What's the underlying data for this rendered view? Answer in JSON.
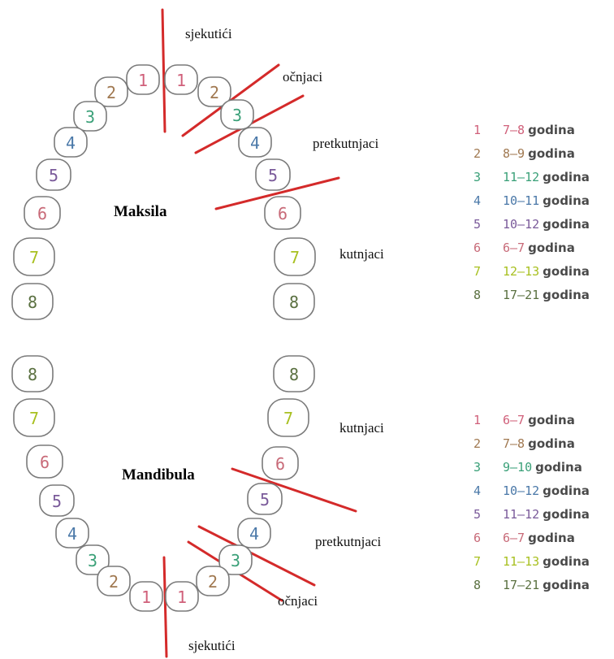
{
  "labels": {
    "incisors": "sjekutići",
    "canines": "očnjaci",
    "premolars": "pretkutnjaci",
    "molars": "kutnjaci"
  },
  "jaws": {
    "upper_title": "Maksila",
    "lower_title": "Mandibula"
  },
  "tooth_colors": {
    "1": "#d0607a",
    "2": "#a07850",
    "3": "#3aa078",
    "4": "#4a78a8",
    "5": "#7a5a9a",
    "6": "#c86a78",
    "7": "#a8c020",
    "8": "#5a7040"
  },
  "line_color": "#d42a2a",
  "legend_upper": [
    {
      "num": "1",
      "age": "7–8",
      "unit": "godina"
    },
    {
      "num": "2",
      "age": "8–9",
      "unit": "godina"
    },
    {
      "num": "3",
      "age": "11–12",
      "unit": "godina"
    },
    {
      "num": "4",
      "age": "10–11",
      "unit": "godina"
    },
    {
      "num": "5",
      "age": "10–12",
      "unit": "godina"
    },
    {
      "num": "6",
      "age": "6–7",
      "unit": "godina"
    },
    {
      "num": "7",
      "age": "12–13",
      "unit": "godina"
    },
    {
      "num": "8",
      "age": "17–21",
      "unit": "godina"
    }
  ],
  "legend_lower": [
    {
      "num": "1",
      "age": "6–7",
      "unit": "godina"
    },
    {
      "num": "2",
      "age": "7–8",
      "unit": "godina"
    },
    {
      "num": "3",
      "age": "9–10",
      "unit": "godina"
    },
    {
      "num": "4",
      "age": "10–12",
      "unit": "godina"
    },
    {
      "num": "5",
      "age": "11–12",
      "unit": "godina"
    },
    {
      "num": "6",
      "age": "6–7",
      "unit": "godina"
    },
    {
      "num": "7",
      "age": "11–13",
      "unit": "godina"
    },
    {
      "num": "8",
      "age": "17–21",
      "unit": "godina"
    }
  ]
}
